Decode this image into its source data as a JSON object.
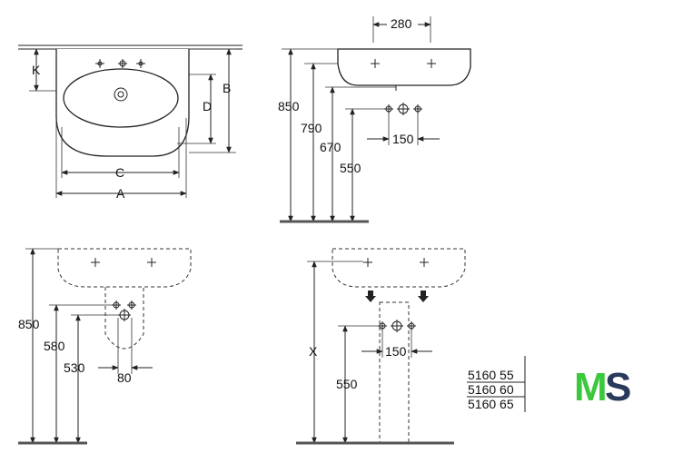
{
  "front_view": {
    "dims": {
      "k": "K",
      "b": "B",
      "d": "D",
      "c": "C",
      "a": "A"
    }
  },
  "side_view": {
    "dims": {
      "depth": "280",
      "h_total": "850",
      "h_rim": "790",
      "h_outlet": "670",
      "h_drain": "550",
      "tap_spacing": "150"
    }
  },
  "half_pedestal_view": {
    "dims": {
      "h_total": "850",
      "h_upper": "580",
      "h_lower": "530",
      "width": "80"
    }
  },
  "pedestal_view": {
    "dims": {
      "h_variable": "X",
      "h_drain": "550",
      "tap_spacing": "150"
    }
  },
  "model_numbers": [
    "5160 55",
    "5160 60",
    "5160 65"
  ],
  "logo": {
    "text_m": "M",
    "text_s": "S",
    "color_m": "#3cc83c",
    "color_s": "#2a3a5c"
  }
}
